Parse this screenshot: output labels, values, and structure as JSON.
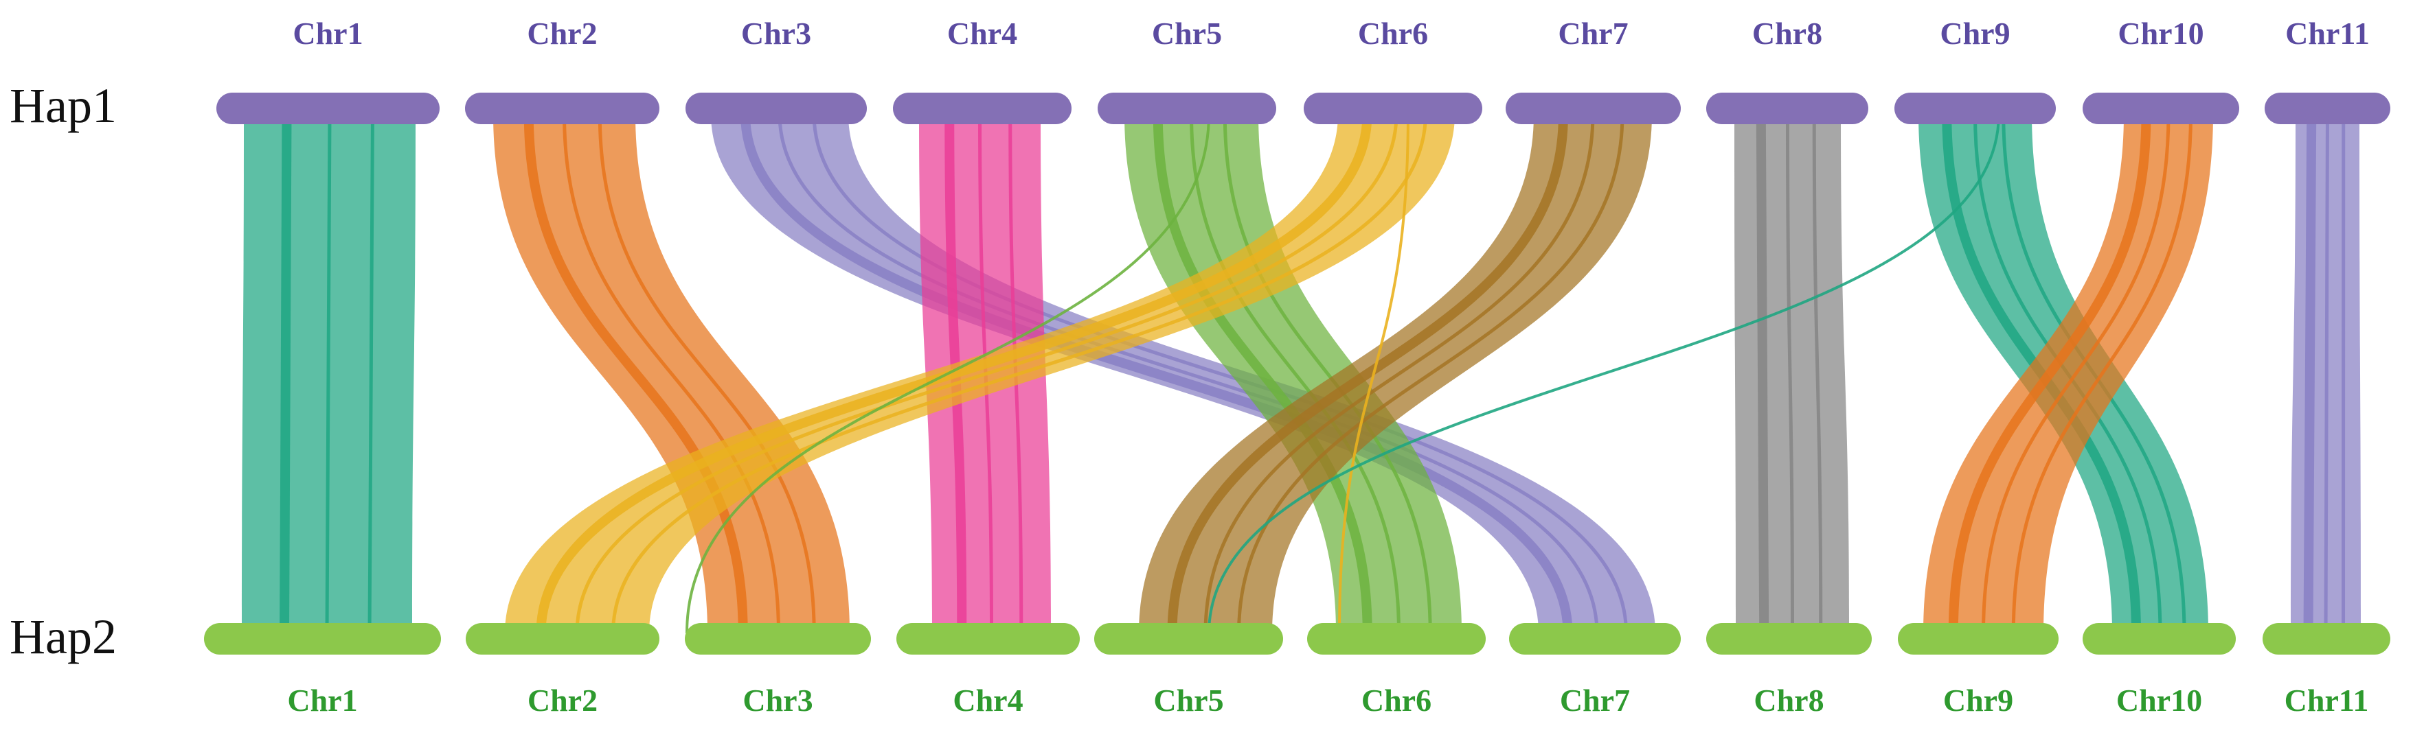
{
  "hap1": {
    "label": "Hap1",
    "bar_color": "#8470b5",
    "label_color": "#5a4aa0",
    "chromosomes": [
      "Chr1",
      "Chr2",
      "Chr3",
      "Chr4",
      "Chr5",
      "Chr6",
      "Chr7",
      "Chr8",
      "Chr9",
      "Chr10",
      "Chr11"
    ]
  },
  "hap2": {
    "label": "Hap2",
    "bar_color": "#8cc84b",
    "label_color": "#2e9a2e",
    "chromosomes": [
      "Chr1",
      "Chr2",
      "Chr3",
      "Chr4",
      "Chr5",
      "Chr6",
      "Chr7",
      "Chr8",
      "Chr9",
      "Chr10",
      "Chr11"
    ]
  },
  "links": [
    {
      "from": "Chr1",
      "to": "Chr1",
      "color": "#1fa682"
    },
    {
      "from": "Chr2",
      "to": "Chr3",
      "color": "#e6741c"
    },
    {
      "from": "Chr3",
      "to": "Chr7",
      "color": "#8880c4"
    },
    {
      "from": "Chr4",
      "to": "Chr4",
      "color": "#ea3d96"
    },
    {
      "from": "Chr5",
      "to": "Chr6",
      "color": "#6db33f"
    },
    {
      "from": "Chr6",
      "to": "Chr2",
      "color": "#eab11f"
    },
    {
      "from": "Chr7",
      "to": "Chr5",
      "color": "#a47424"
    },
    {
      "from": "Chr8",
      "to": "Chr8",
      "color": "#858585"
    },
    {
      "from": "Chr9",
      "to": "Chr10",
      "color": "#1fa682"
    },
    {
      "from": "Chr10",
      "to": "Chr9",
      "color": "#e6741c"
    },
    {
      "from": "Chr11",
      "to": "Chr11",
      "color": "#8880c4"
    }
  ]
}
